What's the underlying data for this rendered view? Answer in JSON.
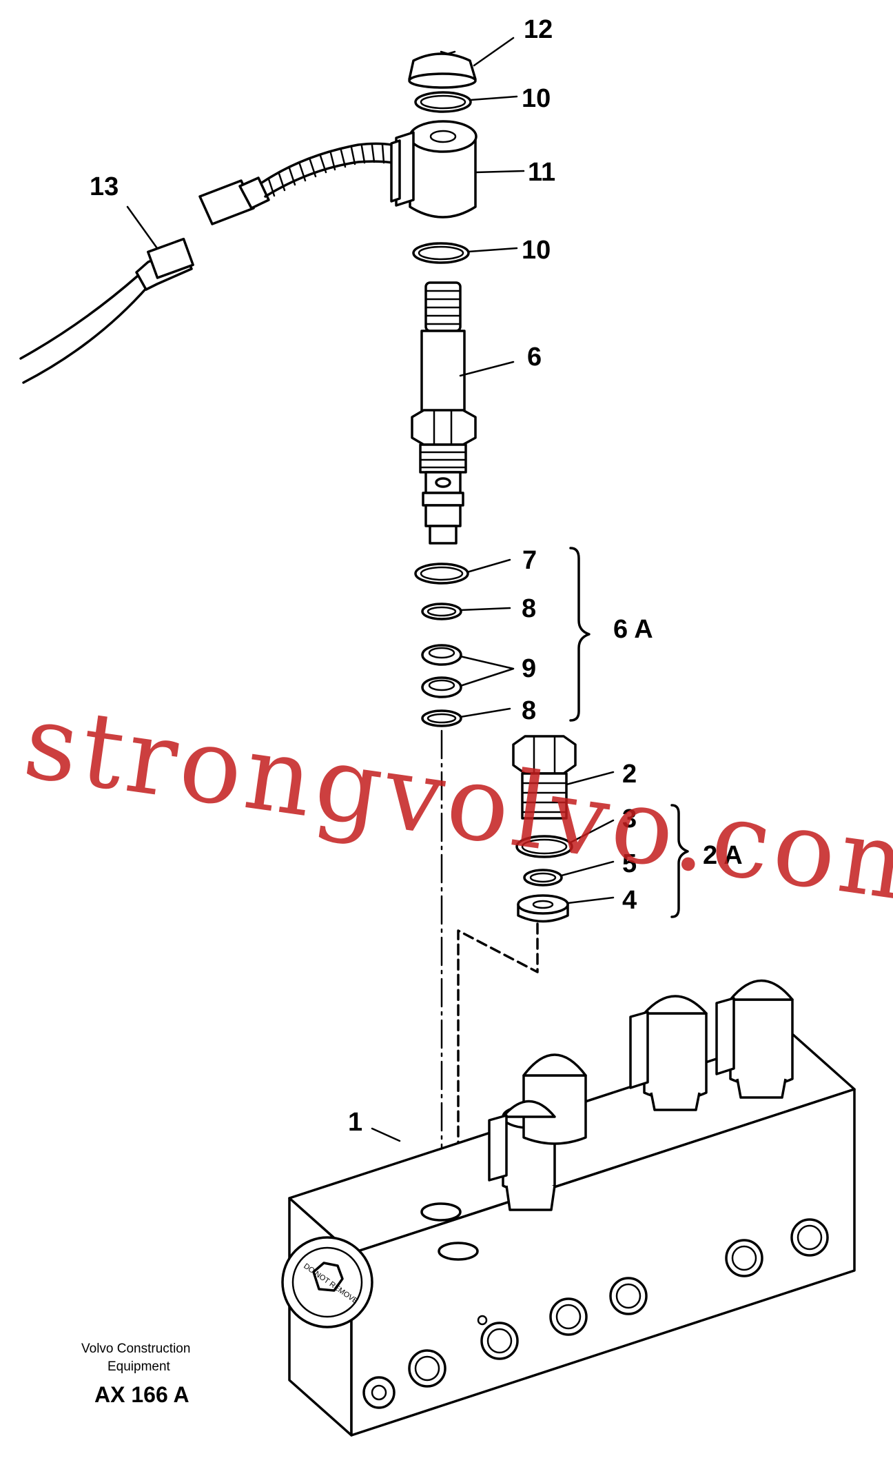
{
  "callouts": {
    "c12": "12",
    "c10_top": "10",
    "c11": "11",
    "c13": "13",
    "c10_bottom": "10",
    "c6": "6",
    "c7": "7",
    "c8_top": "8",
    "c9": "9",
    "c8_bottom": "8",
    "c6A": "6 A",
    "c2": "2",
    "c3": "3",
    "c5": "5",
    "c4": "4",
    "c2A": "2 A",
    "c1": "1"
  },
  "footer": {
    "company_line1": "Volvo Construction",
    "company_line2": "Equipment",
    "drawing_id": "AX 166 A"
  },
  "watermark": "strongvolvo.com",
  "block_marking": "DO NOT REMOVE",
  "colors": {
    "line": "#000000",
    "watermark": "#c41e1e",
    "background": "#ffffff"
  }
}
